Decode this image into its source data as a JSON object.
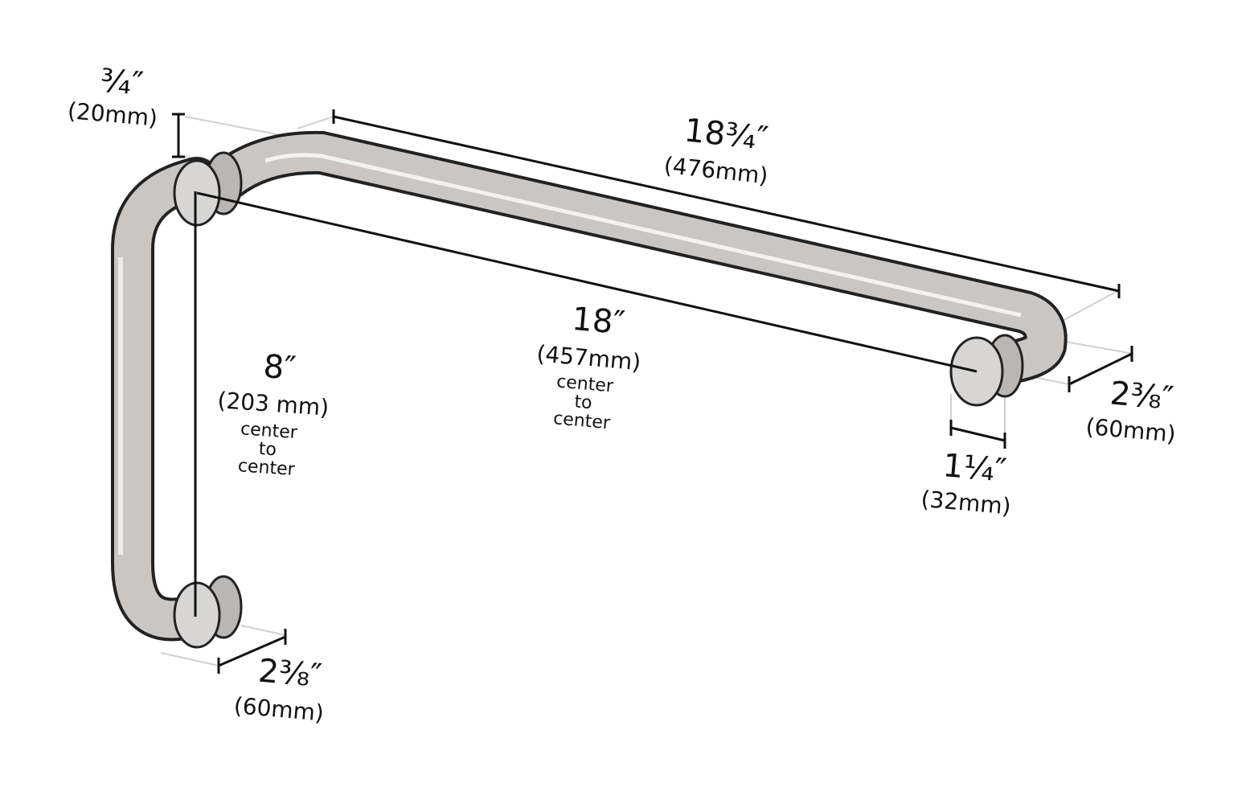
{
  "dimensions": {
    "tube_diameter": {
      "imperial": "¾″",
      "metric": "(20mm)"
    },
    "overall_length": {
      "imperial": "18¾″",
      "metric": "(476mm)"
    },
    "horizontal_center": {
      "imperial": "18″",
      "metric": "(457mm)",
      "note": [
        "center",
        "to",
        "center"
      ]
    },
    "vertical_center": {
      "imperial": "8″",
      "metric": "(203 mm)",
      "note": [
        "center",
        "to",
        "center"
      ]
    },
    "right_projection": {
      "imperial": "2⅜″",
      "metric": "(60mm)"
    },
    "standoff_diameter": {
      "imperial": "1¼″",
      "metric": "(32mm)"
    },
    "bottom_projection": {
      "imperial": "2⅜″",
      "metric": "(60mm)"
    }
  },
  "colors": {
    "metal": "#c9c6c4",
    "outline": "#222222",
    "highlight": "#f2f2f2"
  }
}
